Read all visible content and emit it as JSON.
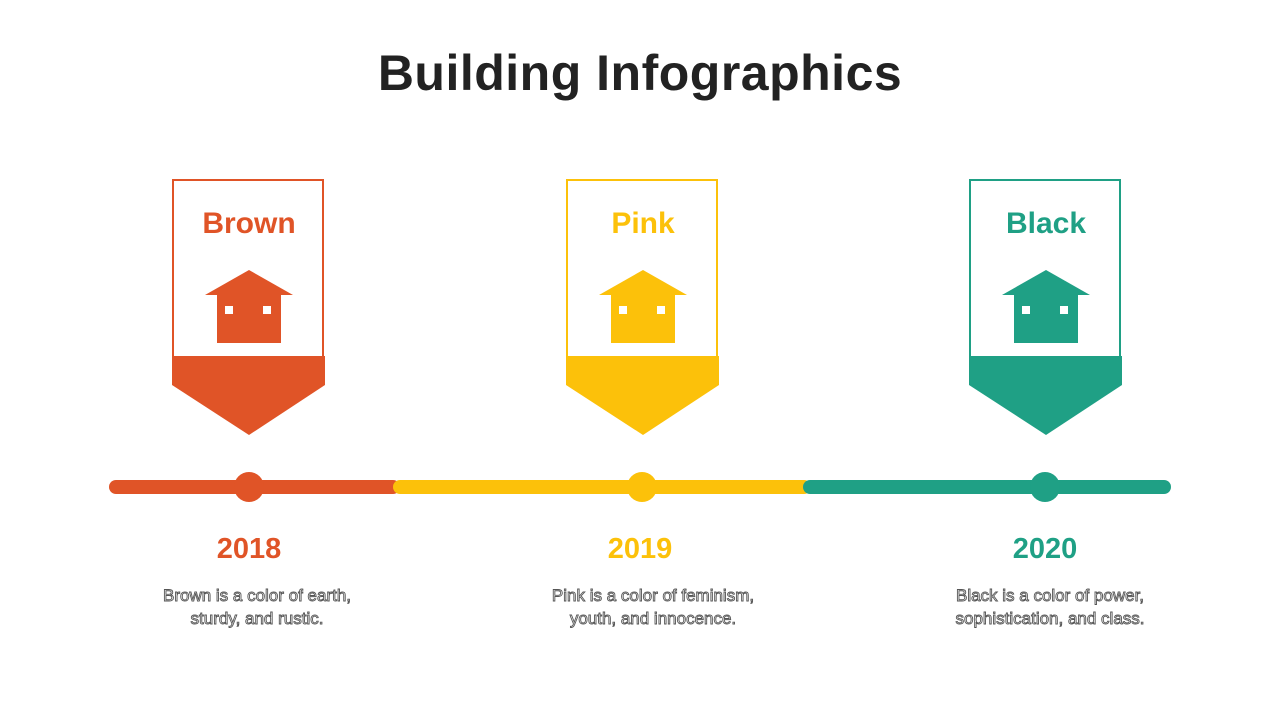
{
  "title": "Building Infographics",
  "colors": {
    "brown": "#e05427",
    "pink": "#fcc10a",
    "black": "#1fa085"
  },
  "items": [
    {
      "label": "Brown",
      "year": "2018",
      "description_line1": "Brown is a color of earth,",
      "description_line2": "sturdy, and rustic.",
      "color": "#e05427",
      "icon": "house-icon"
    },
    {
      "label": "Pink",
      "year": "2019",
      "description_line1": "Pink is a color of feminism,",
      "description_line2": "youth, and innocence.",
      "color": "#fcc10a",
      "icon": "house-icon"
    },
    {
      "label": "Black",
      "year": "2020",
      "description_line1": "Black is a color of power,",
      "description_line2": "sophistication, and class.",
      "color": "#1fa085",
      "icon": "house-icon"
    }
  ]
}
